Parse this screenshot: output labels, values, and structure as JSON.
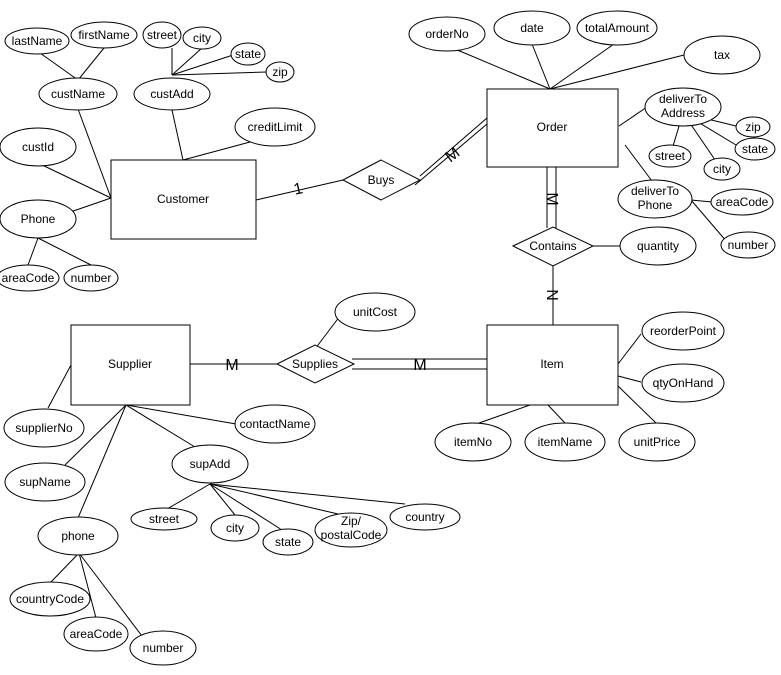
{
  "entities": {
    "customer": "Customer",
    "order": "Order",
    "item": "Item",
    "supplier": "Supplier"
  },
  "relationships": {
    "buys": "Buys",
    "contains": "Contains",
    "supplies": "Supplies"
  },
  "cardinalities": {
    "buys_customer": "1",
    "buys_order": "M",
    "contains_order": "M",
    "contains_item": "N",
    "supplies_supplier": "M",
    "supplies_item": "M"
  },
  "attributes": {
    "lastName": "lastName",
    "firstName": "firstName",
    "custName": "custName",
    "custAdd": "custAdd",
    "cust_street": "street",
    "cust_city": "city",
    "cust_state": "state",
    "cust_zip": "zip",
    "creditLimit": "creditLimit",
    "custId": "custId",
    "cust_phone": "Phone",
    "cust_areaCode": "areaCode",
    "cust_number": "number",
    "orderNo": "orderNo",
    "date": "date",
    "totalAmount": "totalAmount",
    "tax": "tax",
    "deliverToAddress_l1": "deliverTo",
    "deliverToAddress_l2": "Address",
    "dta_zip": "zip",
    "dta_state": "state",
    "dta_street": "street",
    "dta_city": "city",
    "deliverToPhone_l1": "deliverTo",
    "deliverToPhone_l2": "Phone",
    "dtp_areaCode": "areaCode",
    "dtp_number": "number",
    "quantity": "quantity",
    "unitCost": "unitCost",
    "reorderPoint": "reorderPoint",
    "qtyOnHand": "qtyOnHand",
    "unitPrice": "unitPrice",
    "itemNo": "itemNo",
    "itemName": "itemName",
    "supplierNo": "supplierNo",
    "contactName": "contactName",
    "supName": "supName",
    "supAdd": "supAdd",
    "sup_street": "street",
    "sup_city": "city",
    "sup_state": "state",
    "sup_zip_l1": "Zip/",
    "sup_zip_l2": "postalCode",
    "sup_country": "country",
    "sup_phone": "phone",
    "sup_countryCode": "countryCode",
    "sup_areaCode": "areaCode",
    "sup_number": "number"
  }
}
